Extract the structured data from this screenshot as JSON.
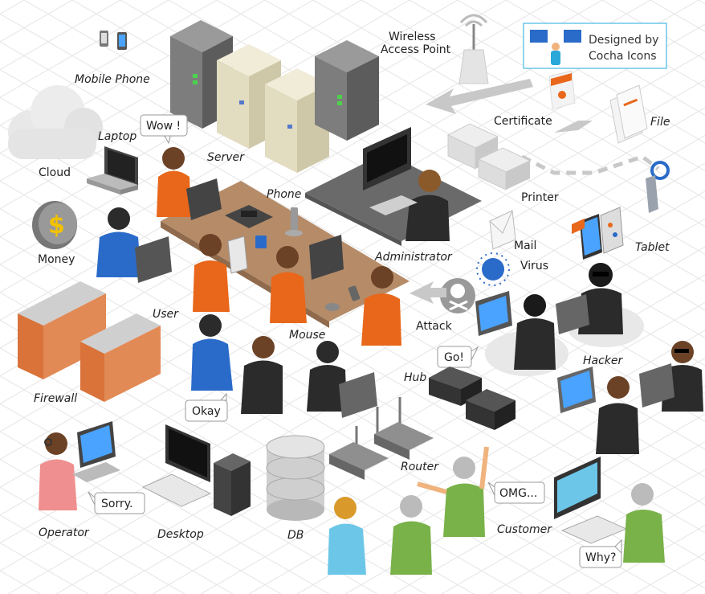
{
  "credit": {
    "line1": "Designed by",
    "line2": "Cocha Icons"
  },
  "labels": {
    "mobile_phone": "Mobile Phone",
    "wireless_line1": "Wireless",
    "wireless_line2": "Access Point",
    "server": "Server",
    "laptop": "Laptop",
    "cloud": "Cloud",
    "phone": "Phone",
    "certificate": "Certificate",
    "file": "File",
    "printer": "Printer",
    "money": "Money",
    "administrator": "Administrator",
    "mail": "Mail",
    "virus": "Virus",
    "tablet": "Tablet",
    "user": "User",
    "mouse": "Mouse",
    "attack": "Attack",
    "hacker": "Hacker",
    "firewall": "Firewall",
    "hub": "Hub",
    "router": "Router",
    "operator": "Operator",
    "desktop": "Desktop",
    "db": "DB",
    "customer": "Customer"
  },
  "bubbles": {
    "wow": "Wow !",
    "go": "Go!",
    "okay": "Okay",
    "sorry": "Sorry.",
    "omg": "OMG...",
    "why": "Why?"
  },
  "colors": {
    "orange": "#e8671b",
    "blue": "#2a6bc9",
    "dark": "#2b2b2b",
    "green": "#7ab24a",
    "pink": "#f08f8f",
    "brick": "#d9733a",
    "table": "#b58b68",
    "grid": "#e6e6e6"
  }
}
